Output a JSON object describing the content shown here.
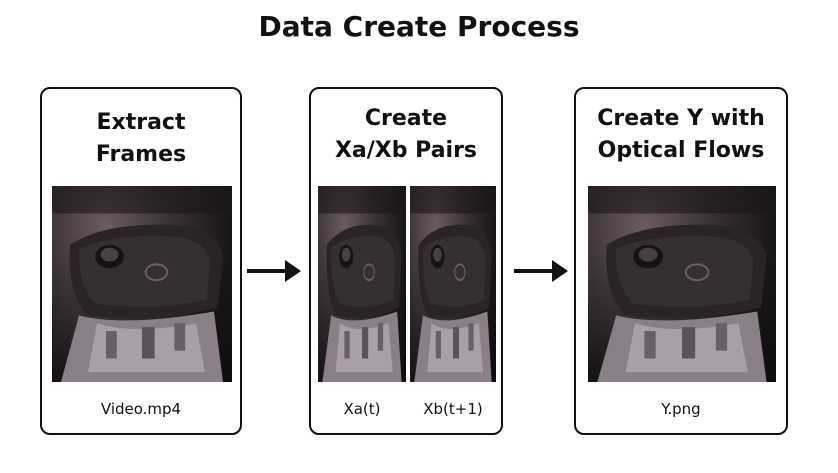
{
  "title": "Data Create Process",
  "steps": [
    {
      "title_line1": "Extract",
      "title_line2": "Frames",
      "captions": [
        "Video.mp4"
      ]
    },
    {
      "title_line1": "Create",
      "title_line2": "Xa/Xb Pairs",
      "captions": [
        "Xa(t)",
        "Xb(t+1)"
      ]
    },
    {
      "title_line1": "Create Y with",
      "title_line2": "Optical Flows",
      "captions": [
        "Y.png"
      ]
    }
  ]
}
